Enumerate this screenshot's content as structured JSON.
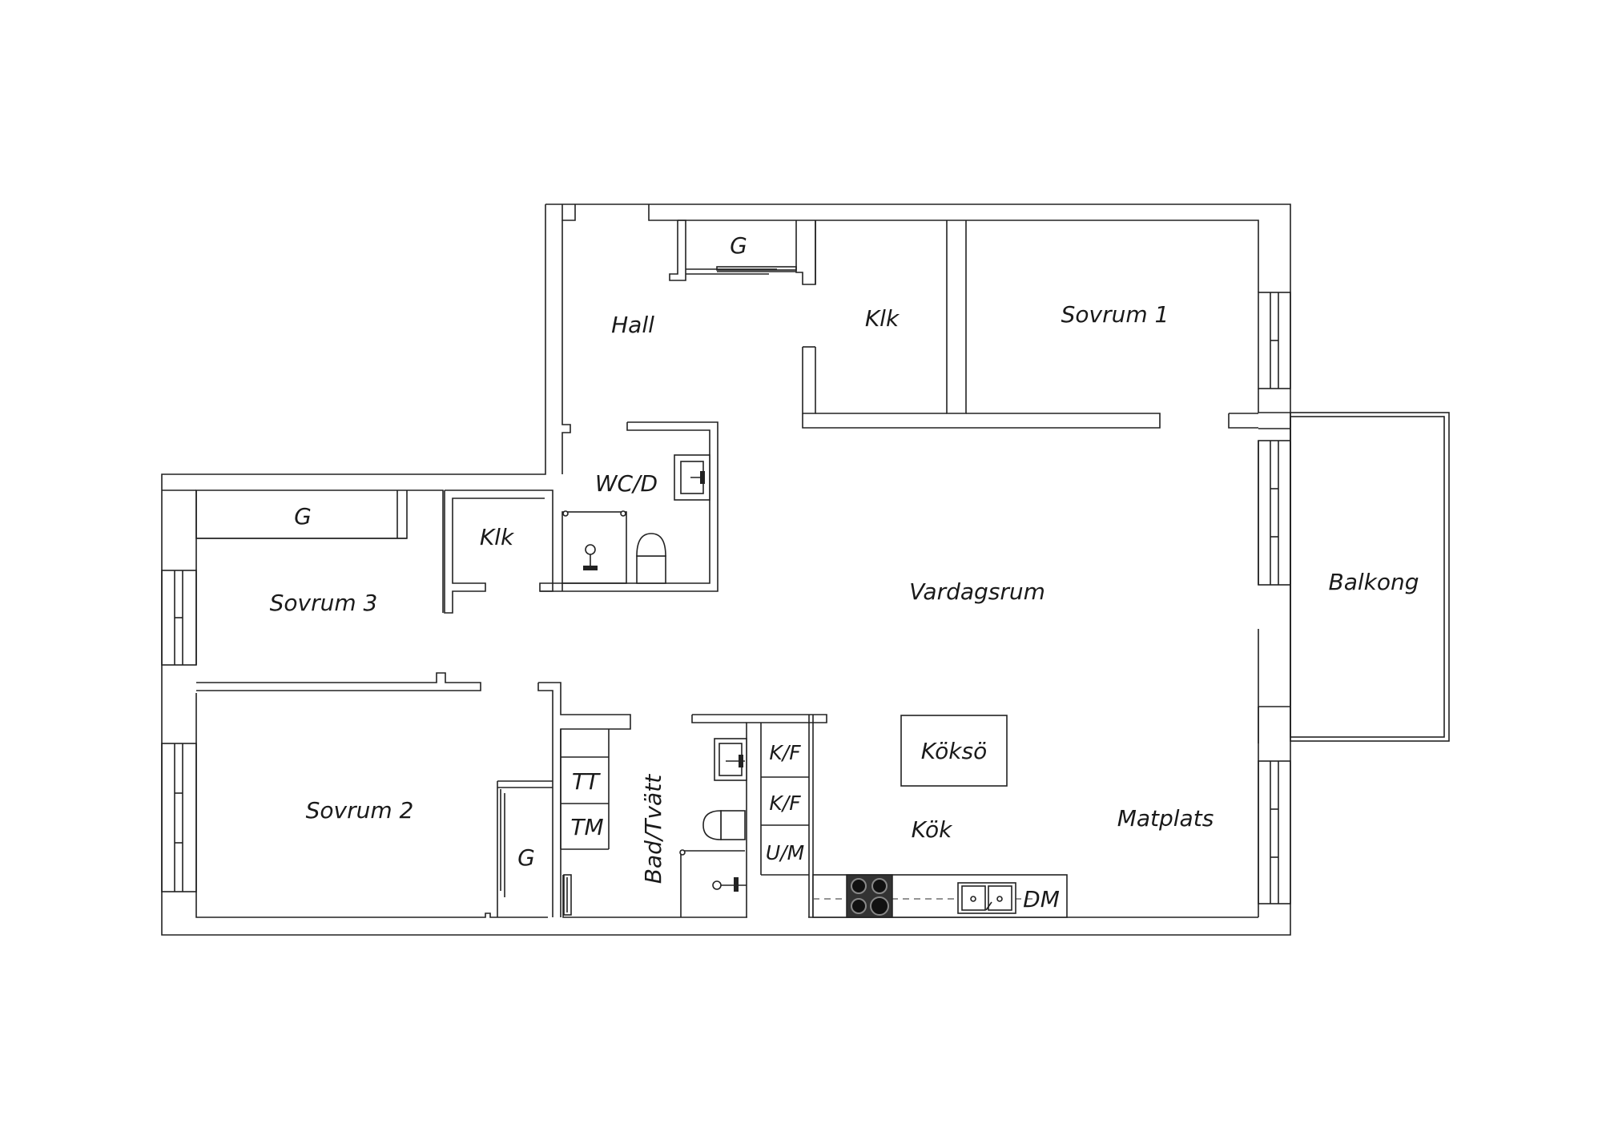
{
  "rooms": {
    "hall": "Hall",
    "hall_wardrobe": "G",
    "klk_top": "Klk",
    "sovrum1": "Sovrum 1",
    "wc_d": "WC/D",
    "vardagsrum": "Vardagsrum",
    "balkong": "Balkong",
    "sovrum3_wardrobe": "G",
    "klk_left": "Klk",
    "sovrum3": "Sovrum 3",
    "sovrum2": "Sovrum 2",
    "sovrum2_wardrobe": "G",
    "tt": "TT",
    "tm": "TM",
    "bad_tvatt": "Bad/Tvätt",
    "kf1": "K/F",
    "kf2": "K/F",
    "um": "U/M",
    "koksö": "Köksö",
    "kok": "Kök",
    "matplats": "Matplats",
    "dm": "DM"
  }
}
